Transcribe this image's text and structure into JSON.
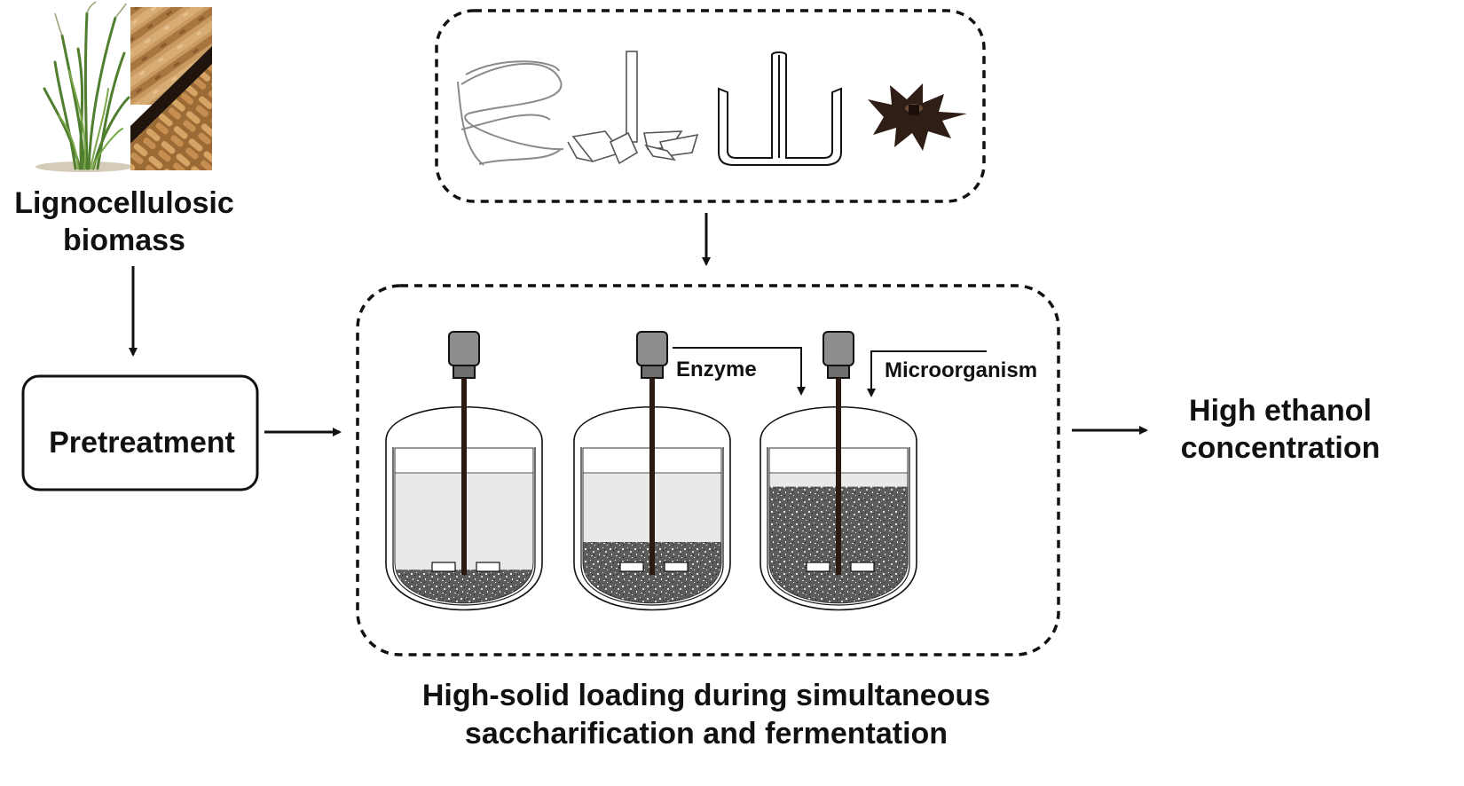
{
  "biomass": {
    "line1": "Lignocellulosic",
    "line2": "biomass"
  },
  "pretreatment": {
    "label": "Pretreatment"
  },
  "inputs": {
    "enzyme": "Enzyme",
    "microorganism": "Microorganism"
  },
  "output": {
    "line1": "High ethanol",
    "line2": "concentration"
  },
  "process": {
    "line1": "High-solid loading during simultaneous",
    "line2": "saccharification and fermentation"
  },
  "impellers": [
    "helical-ribbon-impeller-icon",
    "pitched-blade-impeller-icon",
    "anchor-impeller-icon",
    "rushton-turbine-icon"
  ],
  "reactors": [
    {
      "solids_fraction": 0.3
    },
    {
      "solids_fraction": 0.5
    },
    {
      "solids_fraction": 0.9
    }
  ],
  "colors": {
    "ink": "#111111",
    "liquid": "#e9e9e9",
    "solid": "#6e6e6e",
    "motor": "#8d8d8d",
    "impeller_dark": "#2e1e16",
    "grass": "#4f7e2e",
    "wood": "#c08a52"
  }
}
